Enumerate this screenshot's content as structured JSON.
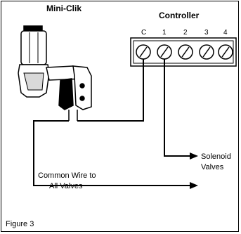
{
  "labels": {
    "mini_clik": "Mini-Clik",
    "controller": "Controller",
    "solenoid_line1": "Solenoid",
    "solenoid_line2": "Valves",
    "common_line1": "Common Wire to",
    "common_line2": "All Valves",
    "figure_caption": "Figure 3"
  },
  "terminals": [
    "C",
    "1",
    "2",
    "3",
    "4"
  ],
  "colors": {
    "line": "#000000",
    "fill": "#ffffff",
    "shade": "#d9d9d9"
  }
}
